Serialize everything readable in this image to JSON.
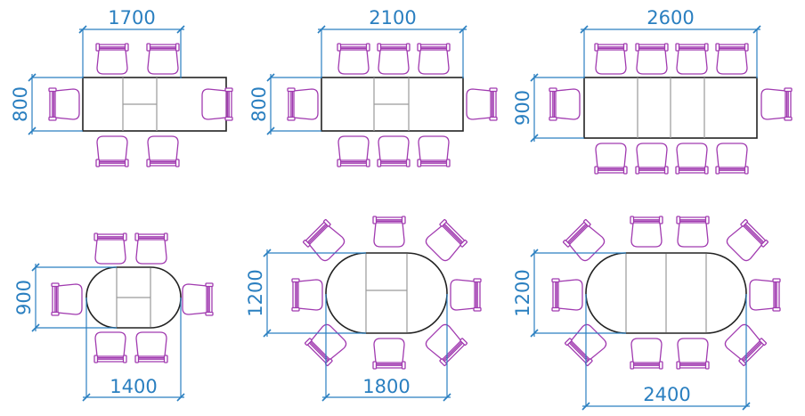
{
  "colors": {
    "dimension": "#2a7fc0",
    "table_outline": "#222222",
    "table_seam": "#9a9a9a",
    "chair": "#a13bb0"
  },
  "icons": {
    "chair": "dining-chair-icon"
  },
  "tables": [
    {
      "id": "rect-1700",
      "shape": "rectangle",
      "width_label": "1700",
      "height_label": "800",
      "seats": 6
    },
    {
      "id": "rect-2100",
      "shape": "rectangle",
      "width_label": "2100",
      "height_label": "800",
      "seats": 8
    },
    {
      "id": "rect-2600",
      "shape": "rectangle",
      "width_label": "2600",
      "height_label": "900",
      "seats": 10
    },
    {
      "id": "oval-1400",
      "shape": "oval",
      "width_label": "1400",
      "height_label": "900",
      "seats": 6
    },
    {
      "id": "oval-1800",
      "shape": "oval",
      "width_label": "1800",
      "height_label": "1200",
      "seats": 8
    },
    {
      "id": "oval-2400",
      "shape": "oval",
      "width_label": "2400",
      "height_label": "1200",
      "seats": 10
    }
  ]
}
